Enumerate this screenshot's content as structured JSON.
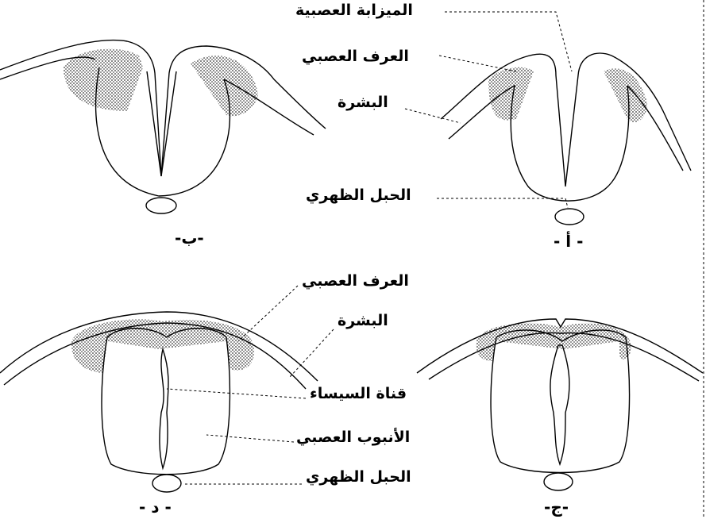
{
  "labels": {
    "neural_groove": "الميزابة العصبية",
    "neural_crest_top": "العرف العصبي",
    "epidermis_top": "البشرة",
    "notochord_top": "الحبل الظهري",
    "neural_crest_bottom": "العرف العصبي",
    "epidermis_bottom": "البشرة",
    "central_canal": "قناة السيساء",
    "neural_tube": "الأنبوب العصبي",
    "notochord_bottom": "الحبل الظهري"
  },
  "captions": {
    "panel_a": "- أ -",
    "panel_b": "-ب-",
    "panel_c": "-ج-",
    "panel_d": "- د -"
  }
}
